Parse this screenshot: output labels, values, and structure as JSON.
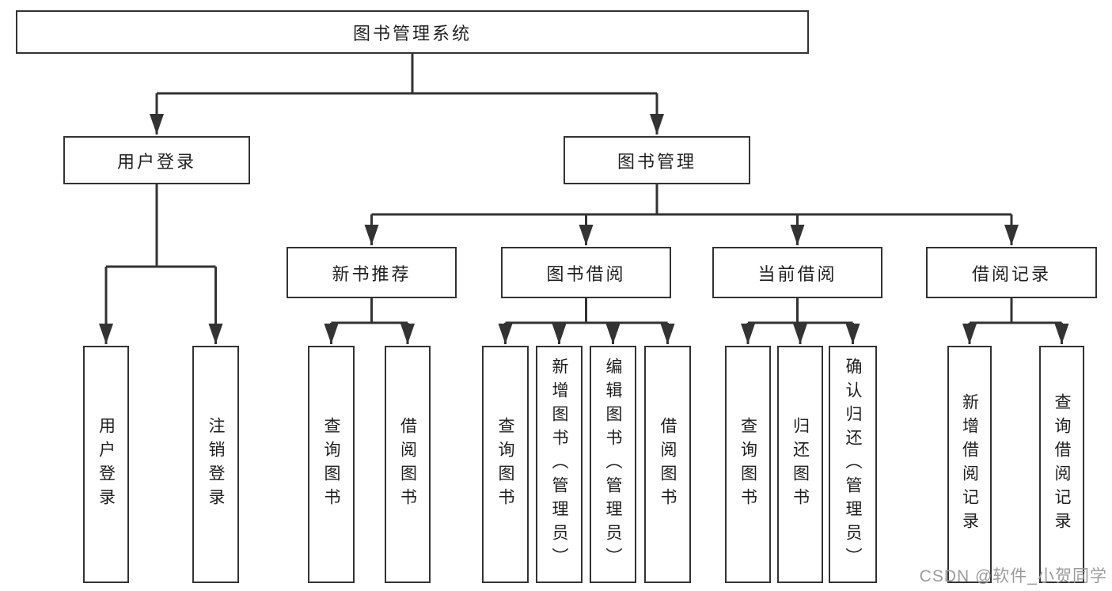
{
  "diagram": {
    "background_color": "#ffffff",
    "line_color": "#333333",
    "text_color": "#1f1f1f",
    "watermark_color": "#9b9b9b",
    "root": {
      "label": "图书管理系统"
    },
    "branches": [
      {
        "label": "用户登录",
        "children": [
          "用户登录",
          "注销登录"
        ]
      },
      {
        "label": "图书管理",
        "groups": [
          {
            "label": "新书推荐",
            "children": [
              "查询图书",
              "借阅图书"
            ]
          },
          {
            "label": "图书借阅",
            "children": [
              "查询图书",
              "新增图书（管理员）",
              "编辑图书（管理员）",
              "借阅图书"
            ]
          },
          {
            "label": "当前借阅",
            "children": [
              "查询图书",
              "归还图书",
              "确认归还（管理员）"
            ]
          },
          {
            "label": "借阅记录",
            "children": [
              "新增借阅记录",
              "查询借阅记录"
            ]
          }
        ]
      }
    ],
    "watermark": "CSDN @软件_小贺同学"
  }
}
